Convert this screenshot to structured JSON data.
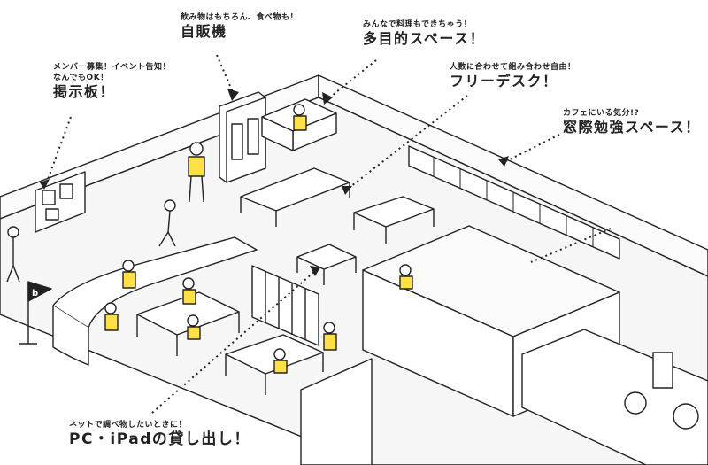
{
  "callouts": {
    "vending": {
      "sub": "飲み物はもちろん、食べ物も！",
      "main": "自販機"
    },
    "board": {
      "sub": "メンバー募集！イベント告知！\nなんでもOK！",
      "main": "掲示板！"
    },
    "kitchen": {
      "sub": "みんなで料理もできちゃう！",
      "main": "多目的スペース！"
    },
    "desk": {
      "sub": "人数に合わせて組み合わせ自由！",
      "main": "フリーデスク！"
    },
    "window": {
      "sub": "カフェにいる気分!?",
      "main": "窓際勉強スペース！"
    },
    "rental": {
      "sub": "ネットで調べ物したいときに！",
      "main": "PC・iPadの貸し出し！"
    }
  },
  "flag_letter": "b",
  "colors": {
    "ink": "#222222",
    "accent": "#ffe046",
    "wall": "#ffffff",
    "floor": "#f4f4f4"
  }
}
